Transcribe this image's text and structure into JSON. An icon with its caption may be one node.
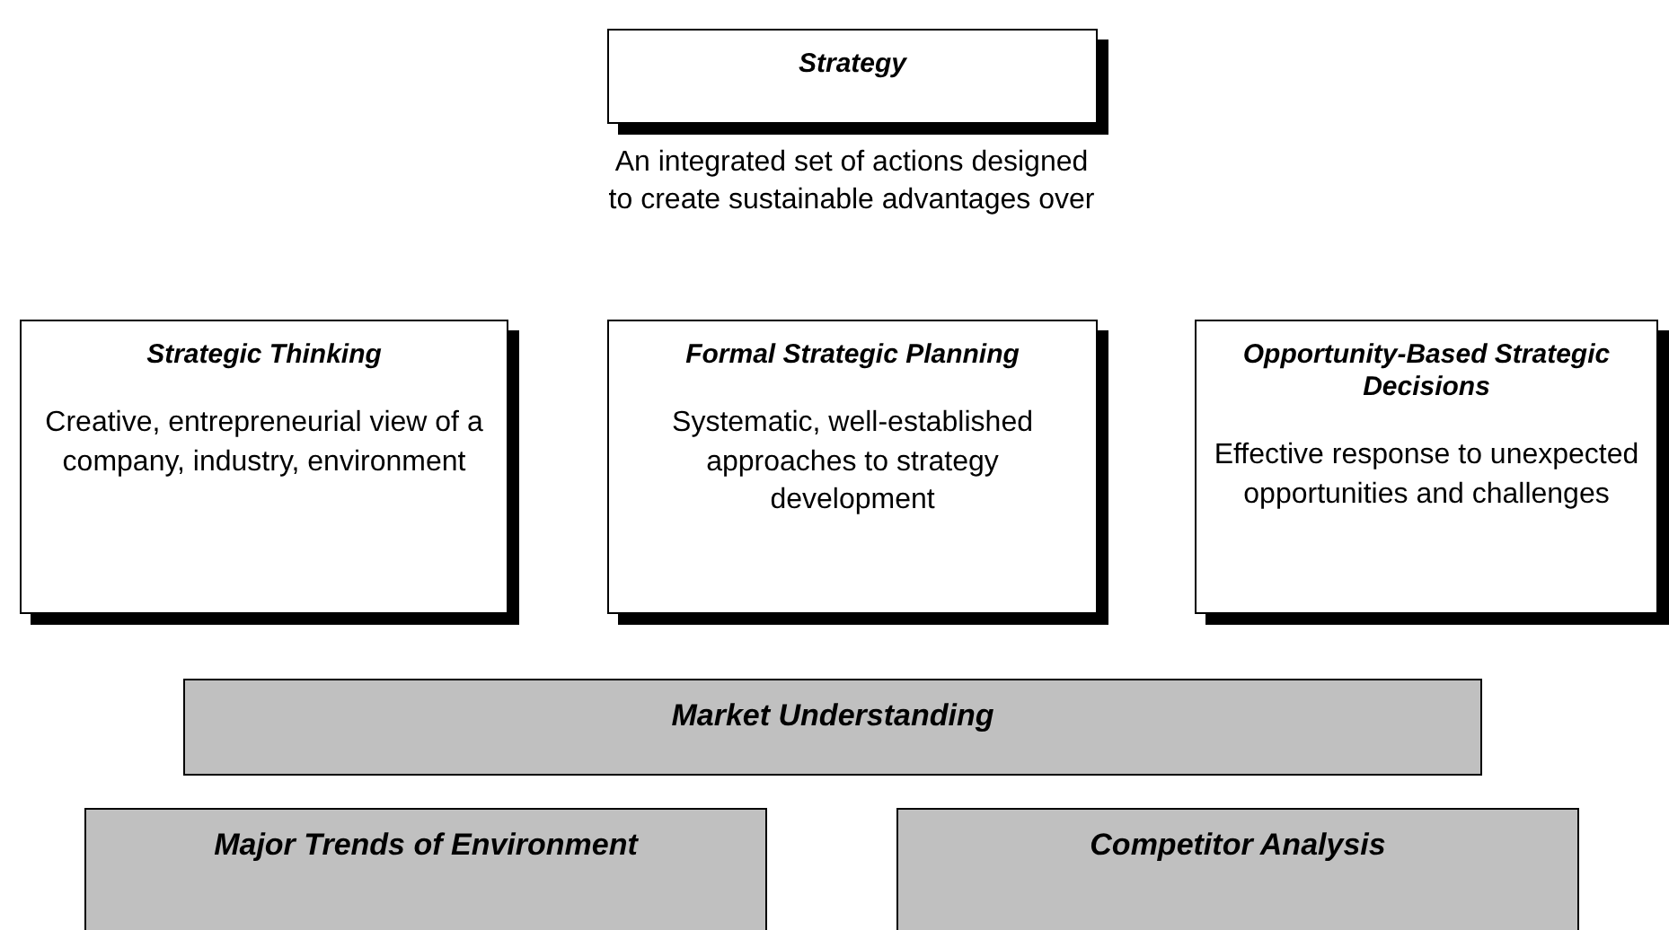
{
  "diagram": {
    "nodes": [
      {
        "text": [
          "Strategy"
        ],
        "beside": [
          "An integrated set of actions designed to create sustainable advantages over"
        ]
      },
      {
        "text": [
          "Strategic Thinking",
          "Creative, entrepreneurial view of a company, industry, environment"
        ]
      },
      {
        "text": [
          "Formal Strategic Planning",
          "Systematic, well-established approaches to strategy development"
        ]
      },
      {
        "text": [
          "Opportunity-Based Strategic Decisions",
          "Effective response to unexpected opportunities and challenges"
        ]
      },
      {
        "text": [
          "Market Understanding"
        ]
      },
      {
        "text": [
          "Major Trends of Environment"
        ]
      },
      {
        "text": [
          "Competitor Analysis"
        ]
      }
    ]
  }
}
